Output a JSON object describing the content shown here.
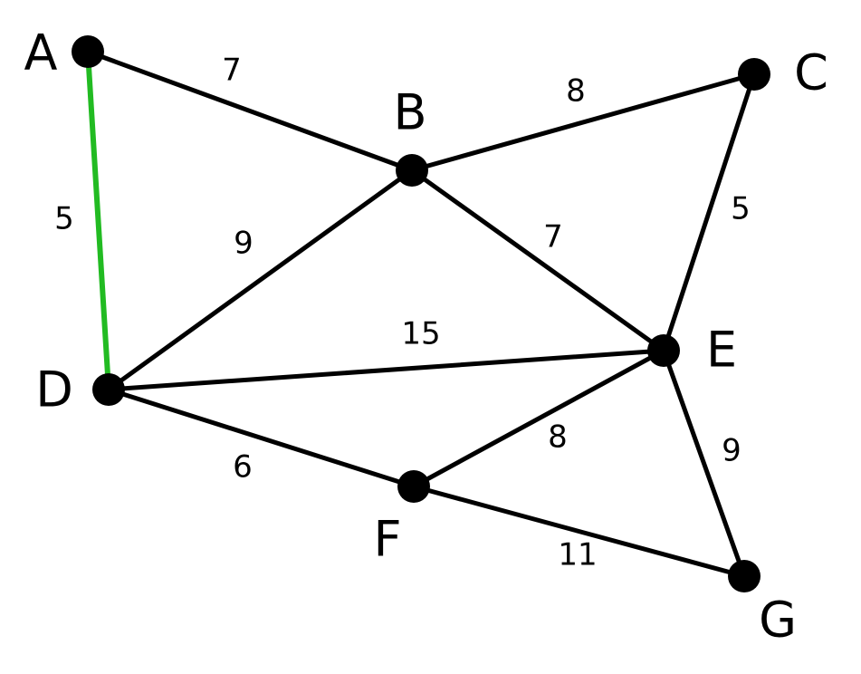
{
  "graph": {
    "highlight_color": "#22bb22",
    "edge_color": "#000000",
    "vertices": [
      {
        "id": "A",
        "label": "A"
      },
      {
        "id": "B",
        "label": "B"
      },
      {
        "id": "C",
        "label": "C"
      },
      {
        "id": "D",
        "label": "D"
      },
      {
        "id": "E",
        "label": "E"
      },
      {
        "id": "F",
        "label": "F"
      },
      {
        "id": "G",
        "label": "G"
      }
    ],
    "edges": [
      {
        "from": "A",
        "to": "B",
        "weight": "7",
        "highlighted": false
      },
      {
        "from": "A",
        "to": "D",
        "weight": "5",
        "highlighted": true
      },
      {
        "from": "B",
        "to": "C",
        "weight": "8",
        "highlighted": false
      },
      {
        "from": "B",
        "to": "D",
        "weight": "9",
        "highlighted": false
      },
      {
        "from": "B",
        "to": "E",
        "weight": "7",
        "highlighted": false
      },
      {
        "from": "C",
        "to": "E",
        "weight": "5",
        "highlighted": false
      },
      {
        "from": "D",
        "to": "E",
        "weight": "15",
        "highlighted": false
      },
      {
        "from": "D",
        "to": "F",
        "weight": "6",
        "highlighted": false
      },
      {
        "from": "E",
        "to": "F",
        "weight": "8",
        "highlighted": false
      },
      {
        "from": "E",
        "to": "G",
        "weight": "9",
        "highlighted": false
      },
      {
        "from": "F",
        "to": "G",
        "weight": "11",
        "highlighted": false
      }
    ]
  }
}
